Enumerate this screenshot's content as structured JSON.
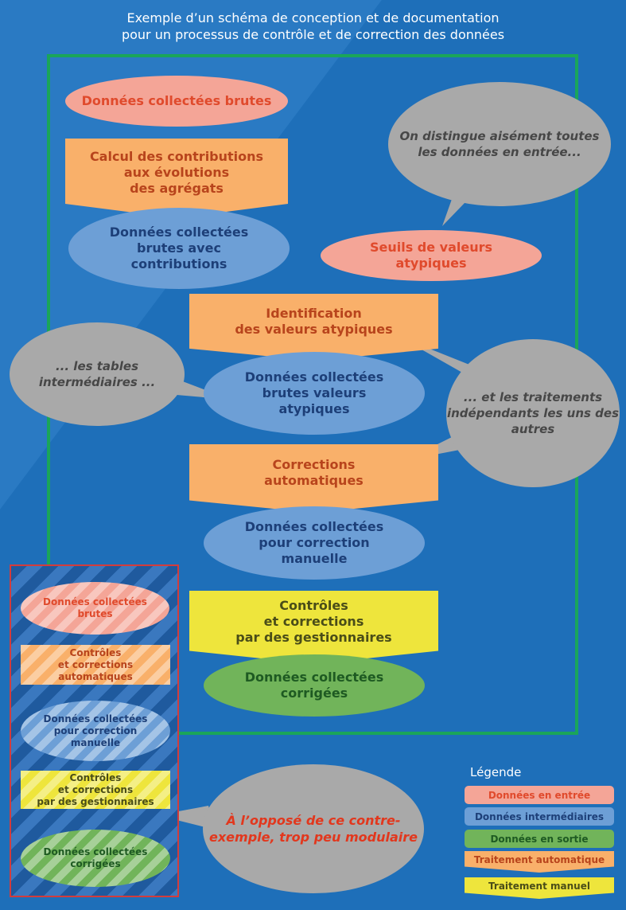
{
  "title": {
    "line1": "Exemple d’un schéma de conception et de documentation",
    "line2": "pour un processus de contrôle et de correction des données"
  },
  "flow": {
    "n1": "Données collectées brutes",
    "n2": [
      "Calcul des contributions",
      "aux évolutions",
      "des agrégats"
    ],
    "n3": [
      "Données collectées",
      "brutes avec",
      "contributions"
    ],
    "n4": [
      "Seuils de valeurs",
      "atypiques"
    ],
    "n5": [
      "Identification",
      "des valeurs atypiques"
    ],
    "n6": [
      "Données collectées",
      "brutes valeurs",
      "atypiques"
    ],
    "n7": [
      "Corrections",
      "automatiques"
    ],
    "n8": [
      "Données collectées",
      "pour correction",
      "manuelle"
    ],
    "n9": [
      "Contrôles",
      "et corrections",
      "par des gestionnaires"
    ],
    "n10": [
      "Données collectées",
      "corrigées"
    ]
  },
  "bubbles": {
    "b1": [
      "On distingue",
      "aisément toutes",
      "les données en",
      "entrée..."
    ],
    "b2": [
      "...",
      "les tables",
      "intermédiaires",
      "..."
    ],
    "b3": [
      "...",
      "et les",
      "traitements",
      "indépendants",
      "les uns des autres"
    ],
    "b4": [
      "À l’opposé",
      "de ce contre-exemple,",
      "trop peu",
      "modulaire"
    ]
  },
  "counter_example": {
    "c1": [
      "Données collectées",
      "brutes"
    ],
    "c2": [
      "Contrôles",
      "et corrections",
      "automatiques"
    ],
    "c3": [
      "Données collectées",
      "pour correction",
      "manuelle"
    ],
    "c4": [
      "Contrôles",
      "et corrections",
      "par des gestionnaires"
    ],
    "c5": [
      "Données collectées",
      "corrigées"
    ]
  },
  "legend": {
    "title": "Légende",
    "items": [
      {
        "label": "Données en entrée",
        "color": "#f4a597"
      },
      {
        "label": "Données intermédiaires",
        "color": "#6d9fd6"
      },
      {
        "label": "Données en sortie",
        "color": "#71b45a"
      },
      {
        "label": "Traitement automatique",
        "color": "#f9b06a"
      },
      {
        "label": "Traitement manuel",
        "color": "#eee53c"
      }
    ]
  },
  "colors": {
    "background": "#1e6fb9",
    "frame": "#1aa55a",
    "bubble": "#a9a9a9",
    "counter_example_border": "#d33c3c"
  }
}
